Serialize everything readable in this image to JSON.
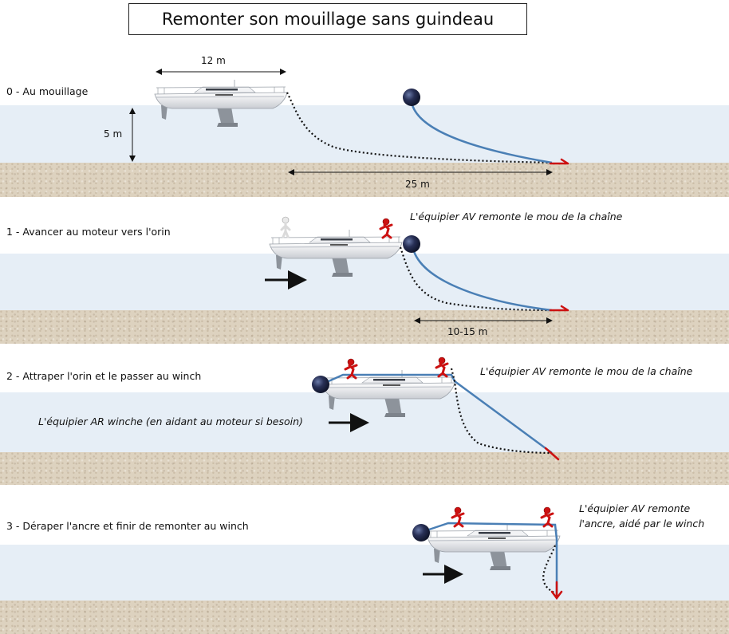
{
  "title": "Remonter son mouillage sans guindeau",
  "steps": [
    {
      "label": "0 - Au mouillage"
    },
    {
      "label": "1 - Avancer au moteur vers l'orin"
    },
    {
      "label": "2 - Attraper l'orin et le passer au winch"
    },
    {
      "label": "3 - Déraper l'ancre  et finir de remonter au winch"
    }
  ],
  "dimensions": {
    "boat_length": "12 m",
    "depth": "5 m",
    "scope": "25 m",
    "slack": "10-15  m"
  },
  "notes": {
    "step1_bow": "L'équipier  AV remonte le mou de la chaîne",
    "step2_bow": "L'équipier  AV remonte le mou de la chaîne",
    "step2_stern": "L'équipier AR winche (en aidant au moteur si besoin)",
    "step3_bow_line1": "L'équipier AV remonte",
    "step3_bow_line2": "l'ancre, aidé par le winch"
  },
  "colors": {
    "water": "#e6eef6",
    "sand": "#ddd2bf",
    "chain_dotted": "#111111",
    "buoy_line": "#4a7fb5",
    "anchor": "#cc1111",
    "crew": "#cc1111",
    "buoy": "#1e2540"
  }
}
